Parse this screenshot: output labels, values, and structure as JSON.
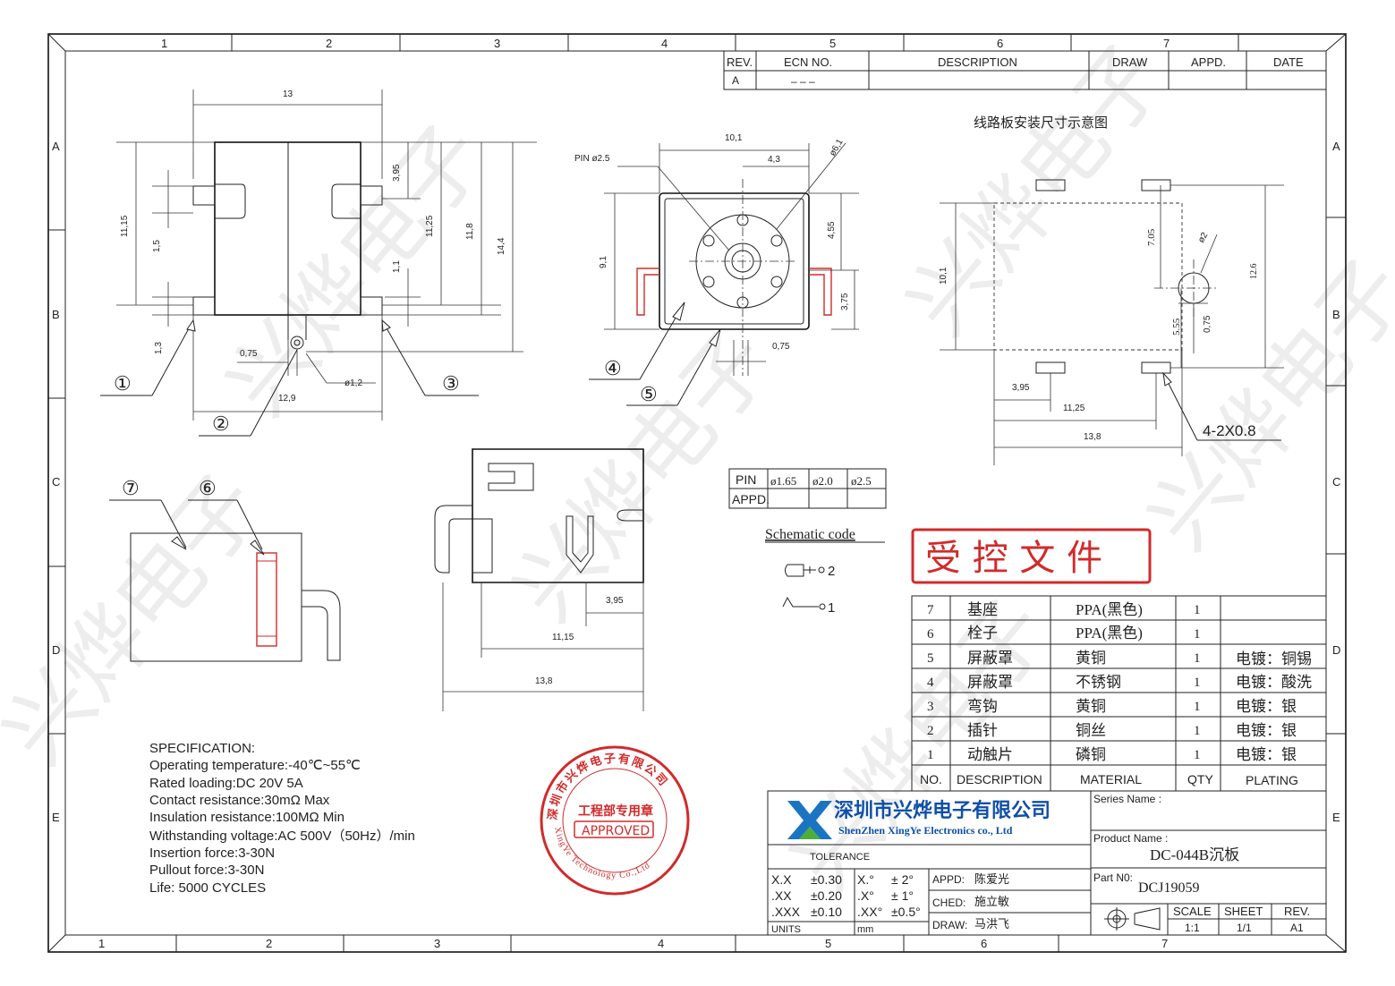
{
  "grid": {
    "top_cols": [
      "1",
      "2",
      "3",
      "4",
      "5",
      "6",
      "7"
    ],
    "bottom_cols": [
      "1",
      "2",
      "3",
      "4",
      "5",
      "6",
      "7"
    ],
    "rows": [
      "A",
      "B",
      "C",
      "D",
      "E"
    ]
  },
  "revision_block": {
    "headers": [
      "REV.",
      "ECN  NO.",
      "DESCRIPTION",
      "DRAW",
      "APPD.",
      "DATE"
    ],
    "row": [
      "A",
      "– – –"
    ]
  },
  "pcb_title": "线路板安装尺寸示意图",
  "view1": {
    "dims": {
      "width": "13",
      "h1": "11,15",
      "h2": "1,5",
      "h3": "3,95",
      "h4": "11,25",
      "h5": "11,8",
      "h6": "14,4",
      "h7": "1,1",
      "h8": "1,3",
      "d1": "0,75",
      "d2": "12,9",
      "d3": "ø1,2"
    },
    "callouts": [
      "①",
      "②",
      "③"
    ]
  },
  "view2": {
    "dims": {
      "w": "10,1",
      "pin": "PIN  ø2.5",
      "d": "ø6,1",
      "a": "4,3",
      "b": "4,55",
      "c": "9,1",
      "e": "3,75",
      "f": "0,75"
    },
    "callouts": [
      "④",
      "⑤"
    ]
  },
  "view3": {
    "dims": {
      "a": "3,95",
      "b": "11,15",
      "c": "13,8"
    }
  },
  "view4": {
    "callouts": [
      "⑦",
      "⑥"
    ]
  },
  "pcb": {
    "dims": {
      "a": "10,1",
      "b": "7.05",
      "c": "ø2",
      "d": "12.6",
      "e": "5.55",
      "f": "0,75",
      "g": "3,95",
      "h": "11,25",
      "i": "13,8",
      "slot": "4-2X0.8"
    }
  },
  "pin_table": {
    "header": [
      "PIN",
      "ø1.65",
      "ø2.0",
      "ø2.5"
    ],
    "row2": "APPD."
  },
  "schematic": {
    "title": "Schematic code",
    "p2": "2",
    "p1": "1"
  },
  "controlled_stamp": "受 控 文 件",
  "bom": {
    "rows": [
      {
        "no": "7",
        "desc": "基座",
        "mat": "PPA(黑色)",
        "qty": "1",
        "plating": ""
      },
      {
        "no": "6",
        "desc": "栓子",
        "mat": "PPA(黑色)",
        "qty": "1",
        "plating": ""
      },
      {
        "no": "5",
        "desc": "屏蔽罩",
        "mat": "黄铜",
        "qty": "1",
        "plating": "电镀：铜锡"
      },
      {
        "no": "4",
        "desc": "屏蔽罩",
        "mat": "不锈钢",
        "qty": "1",
        "plating": "电镀：酸洗"
      },
      {
        "no": "3",
        "desc": "弯钩",
        "mat": "黄铜",
        "qty": "1",
        "plating": "电镀：银"
      },
      {
        "no": "2",
        "desc": "插针",
        "mat": "铜丝",
        "qty": "1",
        "plating": "电镀：银"
      },
      {
        "no": "1",
        "desc": "动触片",
        "mat": "磷铜",
        "qty": "1",
        "plating": "电镀：银"
      }
    ],
    "headers": [
      "NO.",
      "DESCRIPTION",
      "MATERIAL",
      "QTY",
      "PLATING"
    ]
  },
  "spec": {
    "lines": [
      "SPECIFICATION:",
      "Operating temperature:-40℃~55℃",
      "Rated loading:DC 20V 5A",
      "Contact resistance:30mΩ Max",
      "Insulation resistance:100MΩ Min",
      "Withstanding voltage:AC 500V（50Hz）/min",
      "Insertion force:3-30N",
      "Pullout force:3-30N",
      "Life:  5000 CYCLES"
    ]
  },
  "seal": {
    "top": "深圳市兴烨电子有限公司",
    "middle": "工程部专用章",
    "approved": "APPROVED",
    "bottom": "XingYe Technology Co.,Ltd"
  },
  "company": {
    "cn": "深圳市兴烨电子有限公司",
    "en": "ShenZhen XingYe Electronics co., Ltd"
  },
  "tolerance": {
    "title": "TOLERANCE",
    "rows": [
      [
        "X.X",
        "±0.30",
        "X.°",
        "±  2°"
      ],
      [
        ".XX",
        "±0.20",
        ".X°",
        "±  1°"
      ],
      [
        ".XXX",
        "±0.10",
        ".XX°",
        "±0.5°"
      ]
    ],
    "units_label": "UNITS",
    "units_value": "mm"
  },
  "people": {
    "appd_label": "APPD:",
    "appd": "陈爱光",
    "ched_label": "CHED:",
    "ched": "施立敏",
    "draw_label": "DRAW:",
    "draw": "马洪飞"
  },
  "title_block": {
    "series_label": "Series Name :",
    "product_label": "Product Name :",
    "product": "DC-044B沉板",
    "part_label": "Part N0:",
    "part": "DCJ19059",
    "scale_label": "SCALE",
    "scale": "1:1",
    "sheet_label": "SHEET",
    "sheet": "1/1",
    "rev_label": "REV.",
    "rev": "A1"
  },
  "watermark": "兴烨电子",
  "colors": {
    "line": "#222222",
    "stamp_red": "#d12b2b",
    "logo_blue": "#1b74c2",
    "logo_green": "#4caf3a",
    "company_blue": "#0f4fa8"
  }
}
